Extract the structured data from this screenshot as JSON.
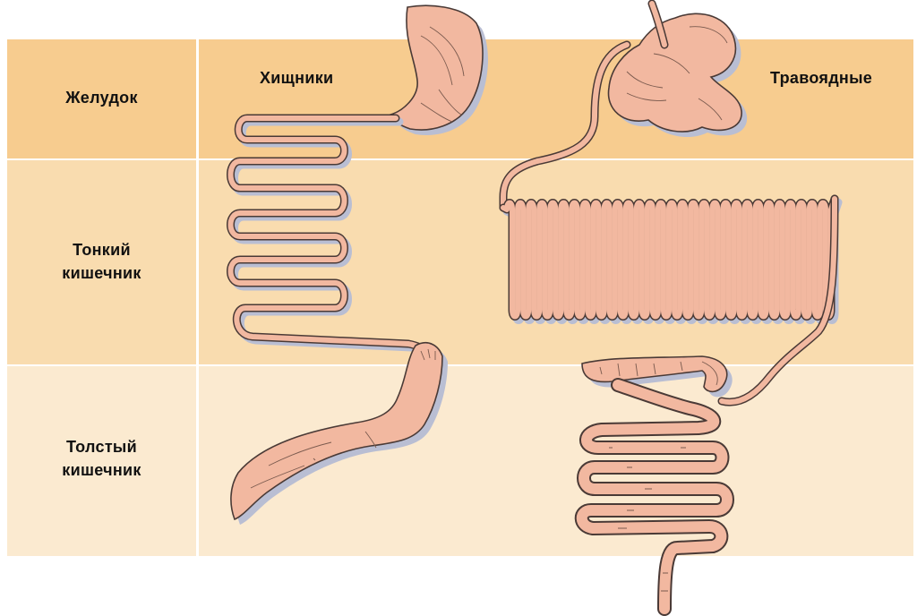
{
  "rows": {
    "stomach": [
      "Желудок"
    ],
    "small_intestine": [
      "Тонкий",
      "кишечник"
    ],
    "large_intestine": [
      "Толстый",
      "кишечник"
    ]
  },
  "columns": {
    "carnivores": "Хищники",
    "herbivores": "Травоядные"
  },
  "colors": {
    "band_stomach": "#f7cc8f",
    "band_small": "#f9dcaf",
    "band_large": "#fbead0",
    "organ_fill": "#f2b8a0",
    "organ_outline": "#4a3a36",
    "organ_shadow": "#b9bed3"
  }
}
